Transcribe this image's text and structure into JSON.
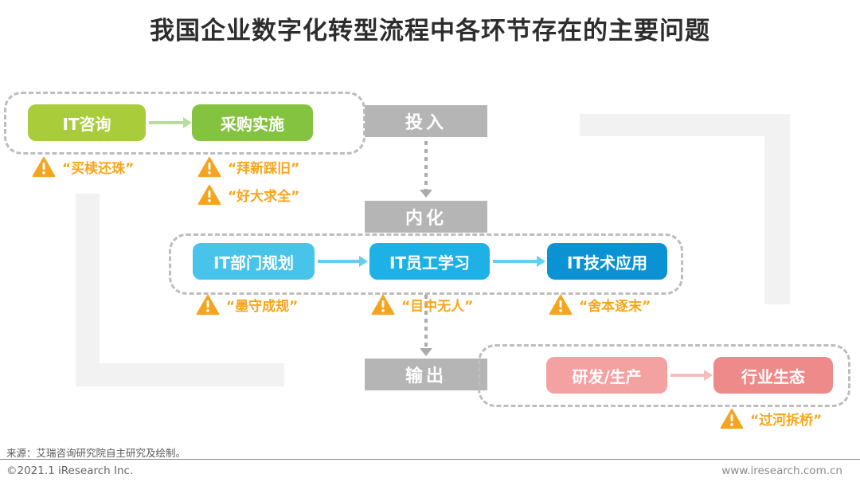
{
  "title": "我国企业数字化转型流程中各环节存在的主要问题",
  "stages": {
    "input": "投入",
    "internalize": "内化",
    "output": "输出"
  },
  "row1": {
    "node1": "IT咨询",
    "node2": "采购实施",
    "warn1": "“买椟还珠”",
    "warn2": "“拜新踩旧”",
    "warn3": "“好大求全”"
  },
  "row2": {
    "node1": "IT部门规划",
    "node2": "IT员工学习",
    "node3": "IT技术应用",
    "warn1": "“墨守成规”",
    "warn2": "“目中无人”",
    "warn3": "“舍本逐末”"
  },
  "row3": {
    "node1": "研发/生产",
    "node2": "行业生态",
    "warn1": "“过河拆桥”"
  },
  "footer": {
    "source": "来源：艾瑞咨询研究院自主研究及绘制。",
    "copyright": "©2021.1 iResearch Inc.",
    "website": "www.iresearch.com.cn"
  },
  "colors": {
    "green_light": "#a9cd3a",
    "green": "#83c340",
    "green_arrow": "#b7dd9e",
    "blue_light": "#48c3ea",
    "blue": "#1eb1e5",
    "blue_dark": "#0b92d3",
    "blue_arrow": "#67cdf0",
    "pink_light": "#f4a1a1",
    "pink": "#ef8a8a",
    "pink_arrow": "#f6bdbd",
    "stage_gray": "#b5b5b5",
    "warning_orange": "#f5a41f",
    "warning_text": "#f7a61c",
    "decoration_gray": "#f2f2f2"
  }
}
